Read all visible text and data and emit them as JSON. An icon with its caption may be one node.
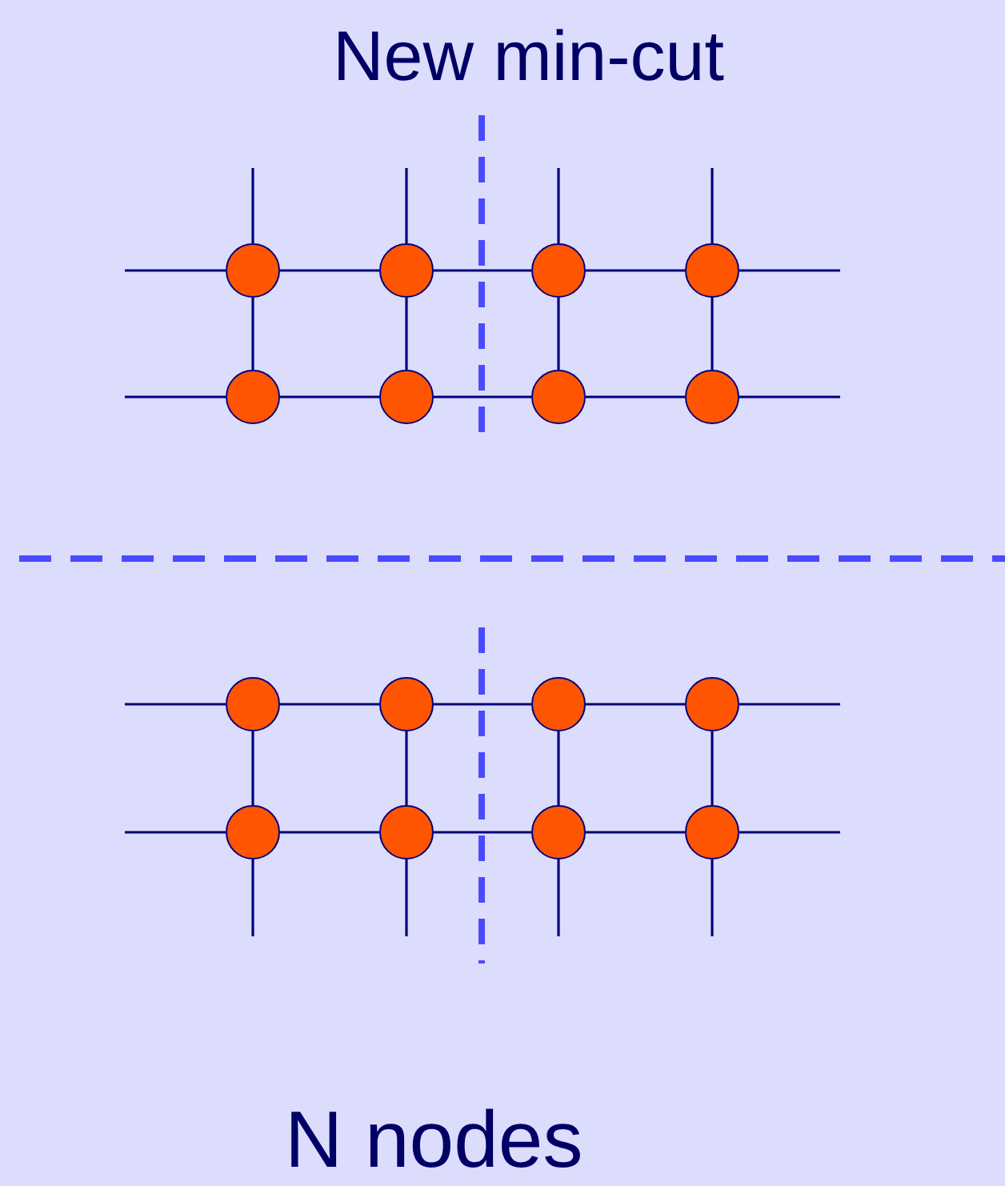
{
  "diagram": {
    "nodes": [
      {
        "text": [],
        "shape": "circle"
      },
      {
        "text": [],
        "shape": "circle"
      },
      {
        "text": [],
        "shape": "circle"
      },
      {
        "text": [],
        "shape": "circle"
      },
      {
        "text": [],
        "shape": "circle"
      },
      {
        "text": [],
        "shape": "circle"
      },
      {
        "text": [],
        "shape": "circle"
      },
      {
        "text": [],
        "shape": "circle"
      },
      {
        "text": [],
        "shape": "circle"
      },
      {
        "text": [],
        "shape": "circle"
      },
      {
        "text": [],
        "shape": "circle"
      },
      {
        "text": [],
        "shape": "circle"
      },
      {
        "text": [],
        "shape": "circle"
      },
      {
        "text": [],
        "shape": "circle"
      },
      {
        "text": [],
        "shape": "circle"
      },
      {
        "text": [],
        "shape": "circle"
      }
    ],
    "edges": [
      {
        "from": 0,
        "to": 1,
        "arrow": "none"
      },
      {
        "from": 1,
        "to": 2,
        "arrow": "none"
      },
      {
        "from": 2,
        "to": 3,
        "arrow": "none"
      },
      {
        "from": 4,
        "to": 5,
        "arrow": "none"
      },
      {
        "from": 5,
        "to": 6,
        "arrow": "none"
      },
      {
        "from": 6,
        "to": 7,
        "arrow": "none"
      },
      {
        "from": 0,
        "to": 4,
        "arrow": "none"
      },
      {
        "from": 1,
        "to": 5,
        "arrow": "none"
      },
      {
        "from": 2,
        "to": 6,
        "arrow": "none"
      },
      {
        "from": 3,
        "to": 7,
        "arrow": "none"
      },
      {
        "from": 8,
        "to": 9,
        "arrow": "none"
      },
      {
        "from": 9,
        "to": 10,
        "arrow": "none"
      },
      {
        "from": 10,
        "to": 11,
        "arrow": "none"
      },
      {
        "from": 12,
        "to": 13,
        "arrow": "none"
      },
      {
        "from": 13,
        "to": 14,
        "arrow": "none"
      },
      {
        "from": 14,
        "to": 15,
        "arrow": "none"
      },
      {
        "from": 8,
        "to": 12,
        "arrow": "none"
      },
      {
        "from": 9,
        "to": 13,
        "arrow": "none"
      },
      {
        "from": 10,
        "to": 14,
        "arrow": "none"
      },
      {
        "from": 11,
        "to": 15,
        "arrow": "none"
      },
      {
        "from": null,
        "to": 0,
        "arrow": "none"
      },
      {
        "from": null,
        "to": 4,
        "arrow": "none"
      },
      {
        "from": null,
        "to": 8,
        "arrow": "none"
      },
      {
        "from": null,
        "to": 12,
        "arrow": "none"
      },
      {
        "from": 3,
        "to": null,
        "arrow": "none"
      },
      {
        "from": 7,
        "to": null,
        "arrow": "none"
      },
      {
        "from": 11,
        "to": null,
        "arrow": "none"
      },
      {
        "from": 15,
        "to": null,
        "arrow": "none"
      },
      {
        "from": null,
        "to": 0,
        "arrow": "none"
      },
      {
        "from": null,
        "to": 1,
        "arrow": "none"
      },
      {
        "from": null,
        "to": 2,
        "arrow": "none"
      },
      {
        "from": null,
        "to": 3,
        "arrow": "none"
      },
      {
        "from": 12,
        "to": null,
        "arrow": "none"
      },
      {
        "from": 13,
        "to": null,
        "arrow": "none"
      },
      {
        "from": 14,
        "to": null,
        "arrow": "none"
      },
      {
        "from": 15,
        "to": null,
        "arrow": "none"
      }
    ],
    "labels": [
      "New min-cut",
      "N nodes"
    ]
  }
}
